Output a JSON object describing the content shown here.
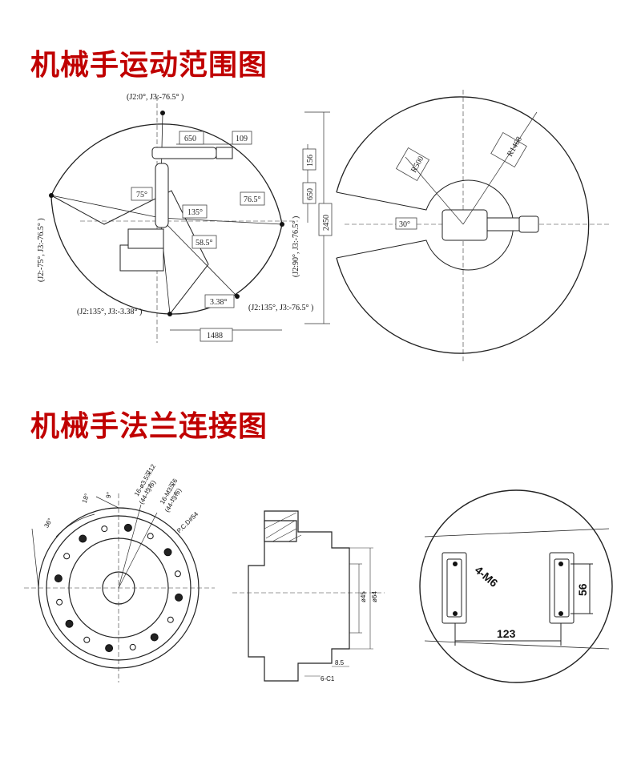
{
  "colors": {
    "title": "#c00000",
    "line": "#222222"
  },
  "section1": {
    "title": "机械手运动范围图",
    "labels": {
      "top_pose": "(J2:0°, J3:-76.5° )",
      "left_pose": "(J2:-75°, J3:-76.5° )",
      "right_pose": "(J2:90°, J3:-76.5° )",
      "bottom_left_pose": "(J2:135°, J3:-3.38° )",
      "bottom_right_pose": "(J2:135°, J3:-76.5° )"
    },
    "dims": {
      "arm1": "650",
      "arm2": "109",
      "d156": "156",
      "d650v": "650",
      "d2450": "2450",
      "d1488": "1488",
      "a75": "75°",
      "a135": "135°",
      "a765": "76.5°",
      "a585": "58.5°",
      "a338": "3.38°",
      "r500": "R500",
      "r1468": "R1468",
      "a30": "30°"
    }
  },
  "section2": {
    "title": "机械手法兰连接图",
    "labels": {
      "a36": "36°",
      "a18": "18°",
      "a9": "9°",
      "holes1": "16-ø3.5深12",
      "holes1b": "(44-均布)",
      "holes2": "16-M3深6",
      "holes2b": "(44-均布)",
      "pcd": "P.C.D#54",
      "d45": "ø45",
      "d64": "ø64",
      "d85": "8.5",
      "c1": "6-C1",
      "m6": "4-M6",
      "d56": "56",
      "d123": "123"
    }
  }
}
